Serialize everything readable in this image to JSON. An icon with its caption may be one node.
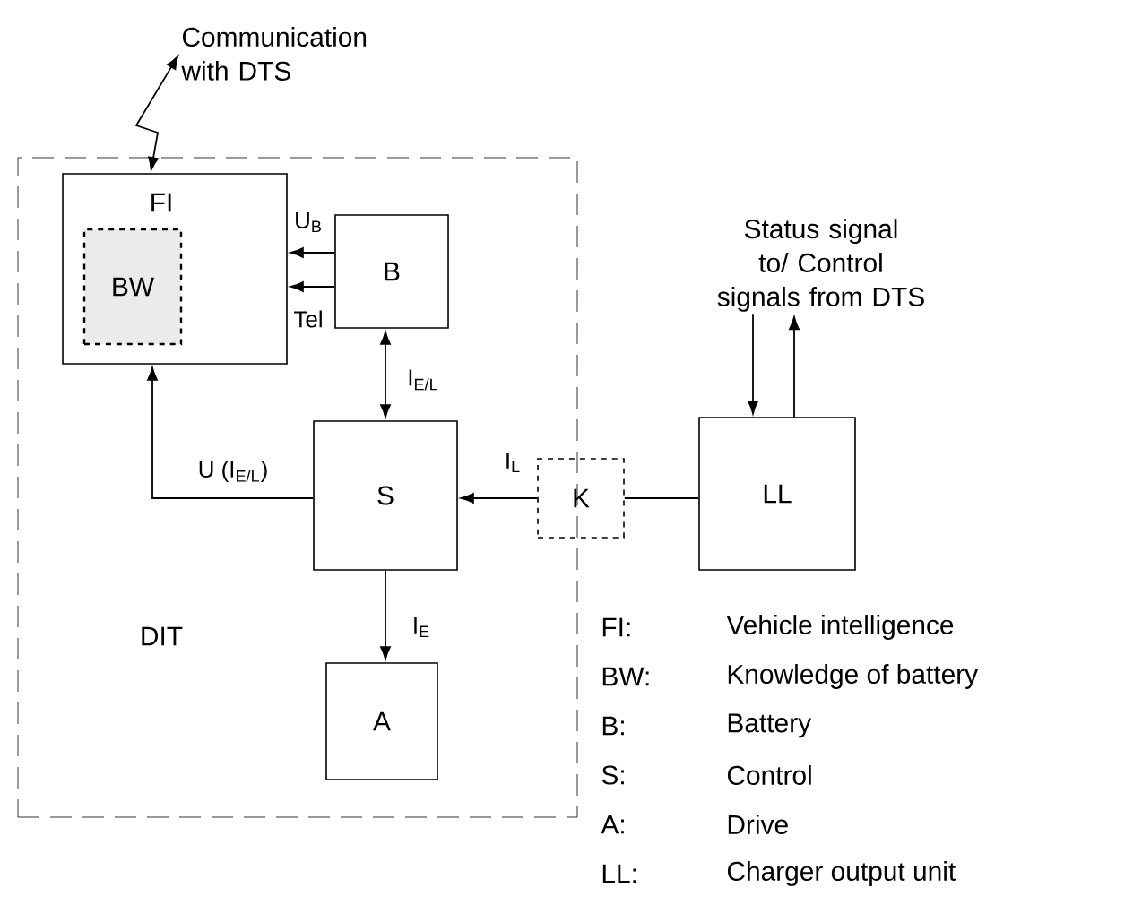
{
  "diagram": {
    "nodes": [
      {
        "text": [
          "DIT"
        ]
      },
      {
        "text": [
          "FI"
        ],
        "in": 0
      },
      {
        "text": [
          "BW"
        ],
        "in": 1
      },
      {
        "text": [
          "B"
        ],
        "in": 0
      },
      {
        "text": [
          "S"
        ],
        "in": 0
      },
      {
        "text": [
          "K"
        ]
      },
      {
        "text": [
          "LL"
        ]
      },
      {
        "text": [
          "A"
        ],
        "in": 0
      },
      {
        "text": [
          "Communication with DTS"
        ]
      },
      {
        "text": [
          "Status signal to/ Control signals from DTS"
        ]
      }
    ],
    "edges": [
      {
        "from": 1,
        "to": 8,
        "arrow": "both"
      },
      {
        "from": 3,
        "to": 1,
        "arrow": "to",
        "label": "U$_{B}$"
      },
      {
        "from": 3,
        "to": 1,
        "arrow": "to",
        "label": "Tel"
      },
      {
        "from": 3,
        "to": 4,
        "arrow": "both",
        "label": "I$_{E/L}$"
      },
      {
        "from": 4,
        "to": 1,
        "arrow": "to",
        "label": "U (I$_{E/L}$)"
      },
      {
        "from": 5,
        "to": 4,
        "arrow": "to",
        "label": "I$_{L}$"
      },
      {
        "from": 6,
        "to": 5,
        "arrow": "none"
      },
      {
        "from": 4,
        "to": 7,
        "arrow": "to",
        "label": "I$_{E}$"
      },
      {
        "from": 9,
        "to": 6,
        "arrow": "to"
      },
      {
        "from": 6,
        "to": 9,
        "arrow": "to"
      }
    ],
    "labels": [
      "FI:",
      "Vehicle intelligence",
      "BW:",
      "Knowledge of battery",
      "B:",
      "Battery",
      "S:",
      "Control",
      "A:",
      "Drive",
      "LL:",
      "Charger output unit"
    ]
  }
}
